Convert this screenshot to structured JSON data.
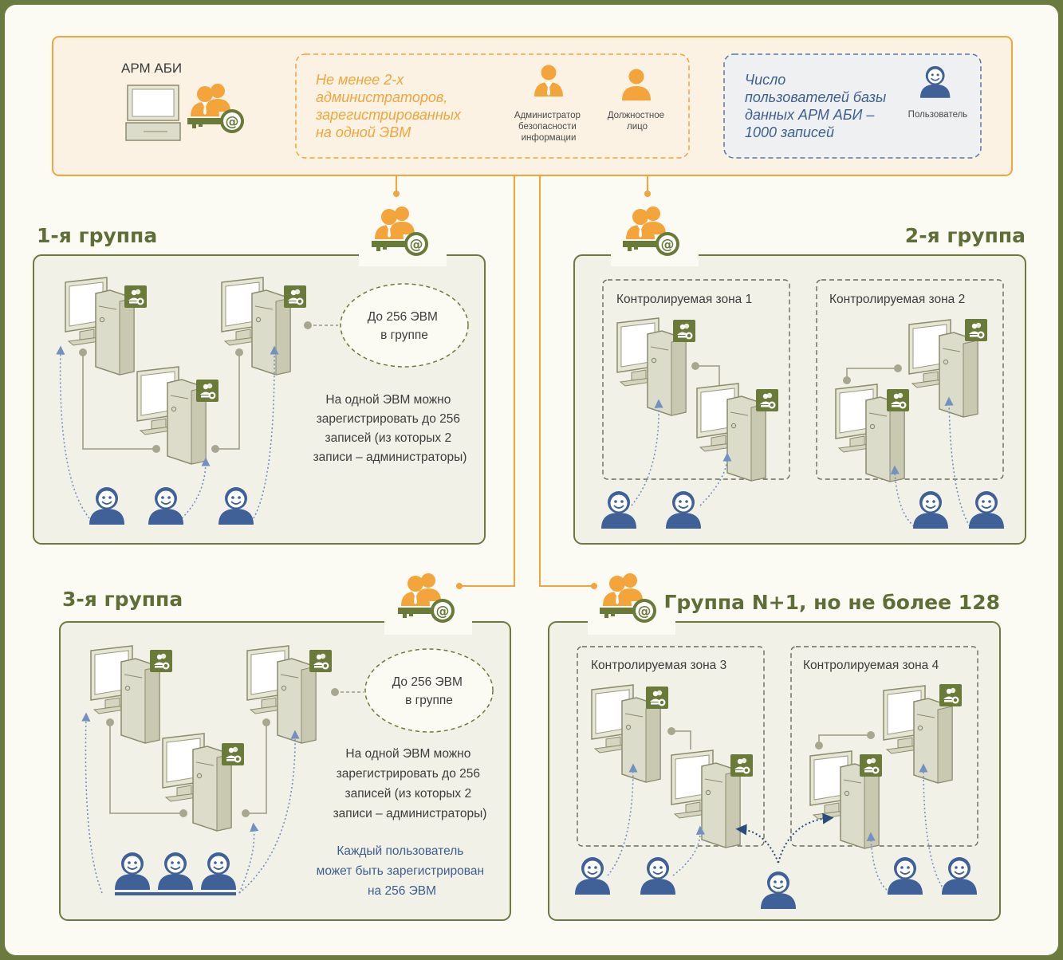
{
  "top": {
    "workstation_label": "АРМ АБИ",
    "admin_note": [
      "Не менее 2-х",
      "администраторов,",
      "зарегистрированных",
      "на одной ЭВМ"
    ],
    "role_security_admin": [
      "Администратор",
      "безопасности",
      "информации"
    ],
    "role_official": [
      "Должностное",
      "лицо"
    ],
    "user_note": [
      "Число",
      "пользователей базы",
      "данных АРМ АБИ –",
      "1000 записей"
    ],
    "role_user": "Пользователь"
  },
  "groups": {
    "g1": {
      "title": "1-я группа",
      "bubble": [
        "До 256 ЭВМ",
        "в группе"
      ],
      "note": [
        "На одной ЭВМ можно",
        "зарегистрировать до 256",
        "записей (из которых 2",
        "записи – администраторы)"
      ]
    },
    "g2": {
      "title": "2-я группа",
      "zone1": "Контролируемая зона 1",
      "zone2": "Контролируемая зона 2"
    },
    "g3": {
      "title": "3-я группа",
      "bubble": [
        "До 256 ЭВМ",
        "в группе"
      ],
      "note": [
        "На одной ЭВМ можно",
        "зарегистрировать до 256",
        "записей (из которых 2",
        "записи – администраторы)"
      ],
      "user_note": [
        "Каждый пользователь",
        "может быть зарегистрирован",
        "на 256 ЭВМ"
      ]
    },
    "gN": {
      "title": "Группа N+1, но не более 128",
      "zone3": "Контролируемая зона 3",
      "zone4": "Контролируемая зона 4"
    }
  },
  "colors": {
    "frame_bg": "#6b7a3e",
    "canvas_bg": "#fbfbf4",
    "panel_bg": "#f1f1e7",
    "orange": "#f3a53b",
    "user_blue": "#3f6197",
    "olive": "#6a7a38"
  }
}
